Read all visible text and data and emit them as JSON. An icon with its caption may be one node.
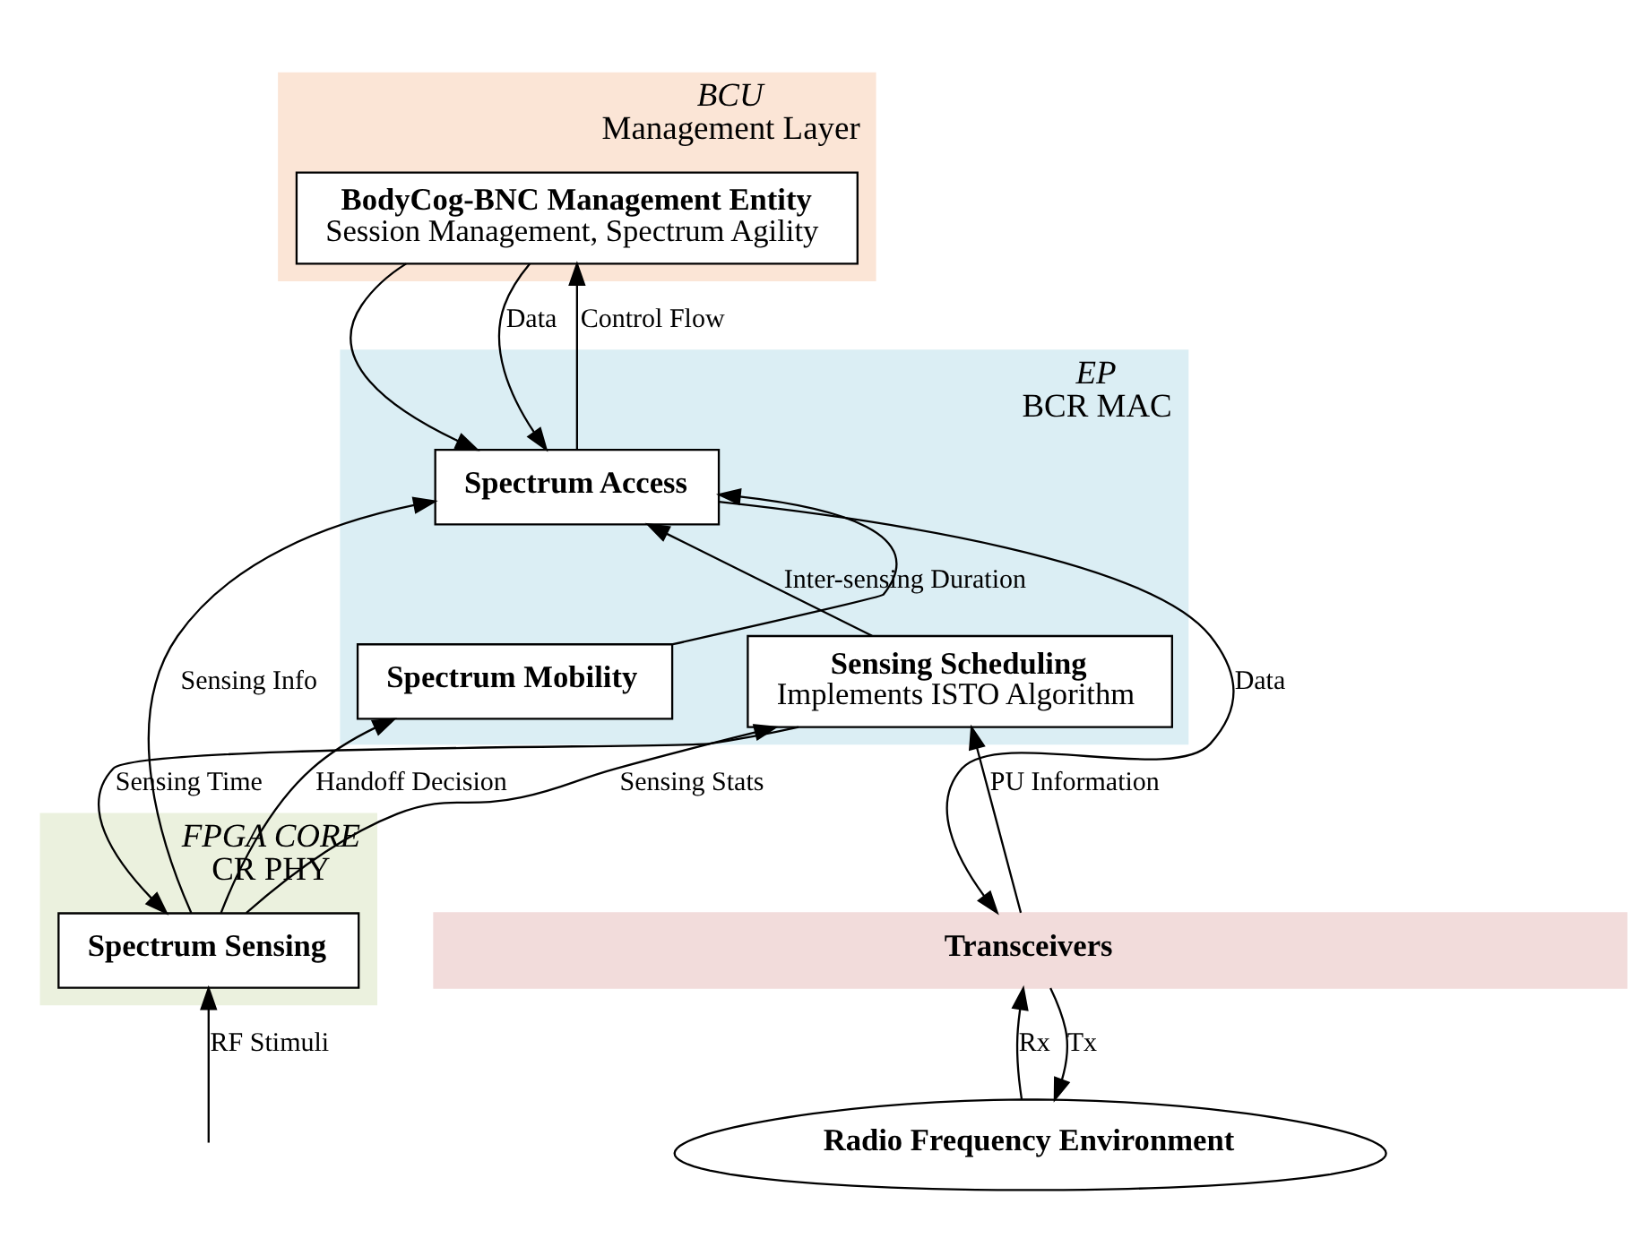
{
  "diagram": {
    "nodes": [
      {
        "text": [
          "BCU",
          "Management Layer"
        ]
      },
      {
        "text": [
          "BodyCog-BNC Management Entity",
          "Session Management, Spectrum Agility"
        ],
        "in": 0
      },
      {
        "text": [
          "EP",
          "BCR MAC"
        ]
      },
      {
        "text": [
          "Spectrum Mobility"
        ],
        "in": 2
      },
      {
        "text": [
          "Spectrum Access"
        ],
        "in": 2
      },
      {
        "text": [
          "Sensing Scheduling",
          "Implements ISTO Algorithm"
        ],
        "in": 2
      },
      {
        "text": [
          "FPGA CORE",
          "CR PHY"
        ]
      },
      {
        "text": [
          "Spectrum Sensing"
        ],
        "in": 6
      },
      {
        "text": [
          "Transceivers"
        ]
      },
      {
        "text": [
          "Radio Frequency Environment"
        ]
      }
    ],
    "edges": [
      {
        "from": 4,
        "to": 1,
        "arrow": "to",
        "label": "Control Flow"
      },
      {
        "from": 1,
        "to": 4,
        "arrow": "to"
      },
      {
        "from": 1,
        "to": 4,
        "arrow": "to",
        "label": "Data"
      },
      {
        "from": 3,
        "to": 4,
        "arrow": "to"
      },
      {
        "from": 5,
        "to": 4,
        "arrow": "to",
        "label": "Inter-sensing Duration"
      },
      {
        "from": 7,
        "to": 3,
        "arrow": "to",
        "label": "Handoff Decision"
      },
      {
        "from": 7,
        "to": 4,
        "arrow": "to",
        "label": "Sensing Info"
      },
      {
        "from": 5,
        "to": 7,
        "arrow": "to",
        "label": "Sensing Time"
      },
      {
        "from": 7,
        "to": 5,
        "arrow": "to",
        "label": "Sensing Stats"
      },
      {
        "from": 4,
        "to": 8,
        "arrow": "to",
        "label": "Data"
      },
      {
        "from": 8,
        "to": 5,
        "arrow": "to",
        "label": "PU Information"
      },
      {
        "from": null,
        "to": 7,
        "arrow": "to",
        "label": "RF Stimuli"
      },
      {
        "from": 8,
        "to": 9,
        "arrow": "to",
        "label": "Tx"
      },
      {
        "from": 9,
        "to": 8,
        "arrow": "to",
        "label": "Rx"
      }
    ]
  }
}
